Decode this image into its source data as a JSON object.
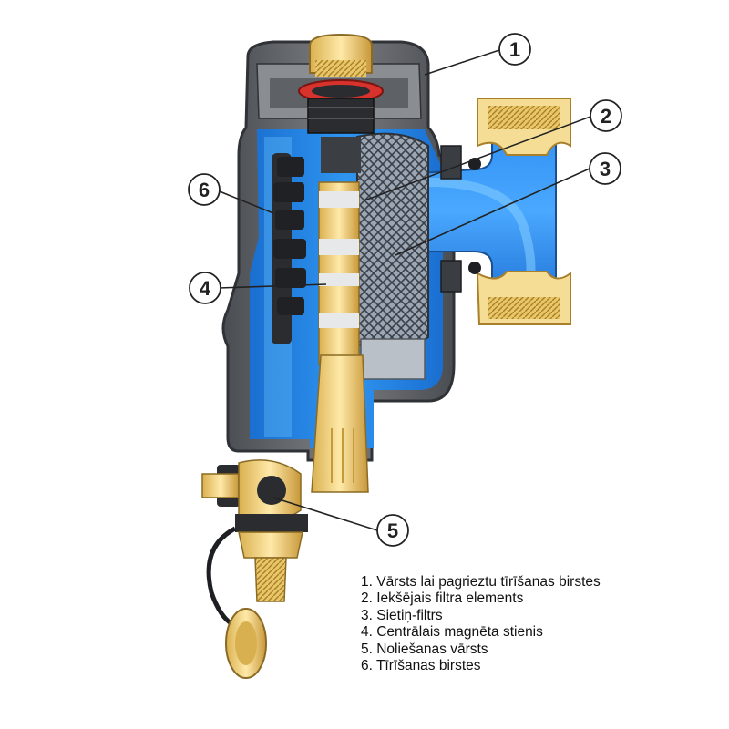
{
  "callouts": [
    {
      "number": "1"
    },
    {
      "number": "2"
    },
    {
      "number": "3"
    },
    {
      "number": "4"
    },
    {
      "number": "5"
    },
    {
      "number": "6"
    }
  ],
  "legend": [
    "1. Vārsts lai pagrieztu tīrīšanas birstes",
    "2. Iekšējais filtra elements",
    "3. Sietiņ-filtrs",
    "4. Centrālais magnēta stienis",
    "5. Noliešanas vārsts",
    "6. Tīrīšanas birstes"
  ],
  "colors": {
    "housing": "#6b6e72",
    "housing_dark": "#3f4246",
    "water": "#1f7fe0",
    "water_light": "#6cc6ff",
    "brass": "#f2d47a",
    "brass_dark": "#c89a3c",
    "seal_red": "#d8322c",
    "brush": "#2a2c30"
  }
}
